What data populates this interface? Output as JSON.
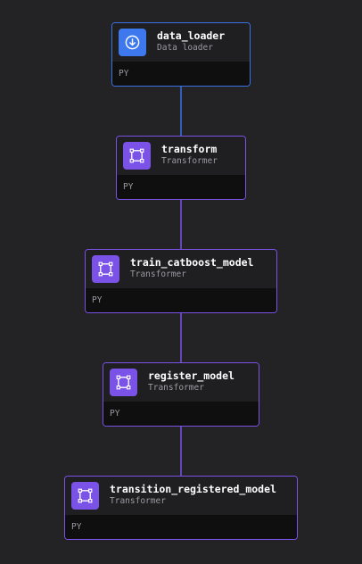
{
  "pipeline": {
    "blocks": [
      {
        "name": "data_loader",
        "type": "Data loader",
        "language": "PY",
        "icon": "download-icon",
        "color": "#3d78ef"
      },
      {
        "name": "transform",
        "type": "Transformer",
        "language": "PY",
        "icon": "transformer-icon",
        "color": "#7b52e8"
      },
      {
        "name": "train_catboost_model",
        "type": "Transformer",
        "language": "PY",
        "icon": "transformer-icon",
        "color": "#7b52e8"
      },
      {
        "name": "register_model",
        "type": "Transformer",
        "language": "PY",
        "icon": "transformer-icon",
        "color": "#7b52e8"
      },
      {
        "name": "transition_registered_model",
        "type": "Transformer",
        "language": "PY",
        "icon": "transformer-icon",
        "color": "#7b52e8"
      }
    ],
    "edge_colors": [
      "#3b73e6",
      "#7a52e6"
    ]
  }
}
